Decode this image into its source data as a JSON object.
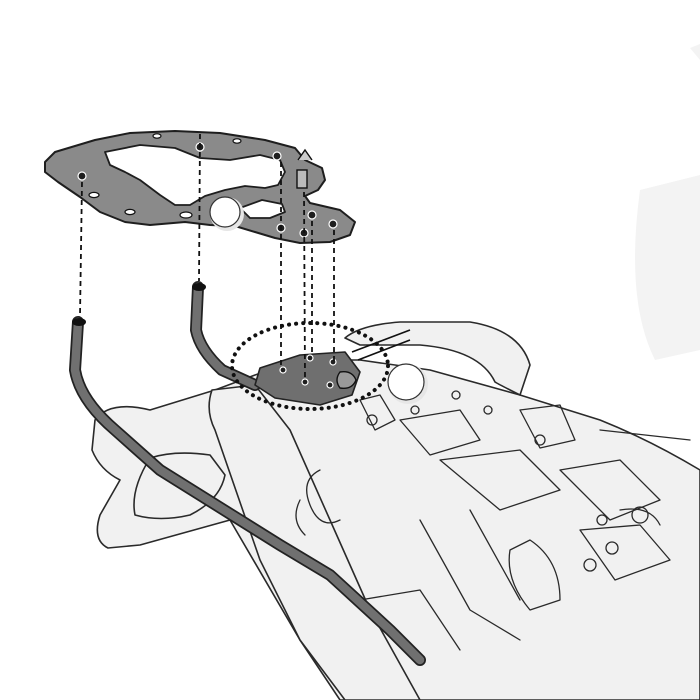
{
  "diagram": {
    "kind": "exploded-assembly-drawing",
    "components": [
      {
        "id": "top-plate",
        "icon": "mounting-plate-icon"
      },
      {
        "id": "left-rack-arm",
        "icon": "tube-arm-icon"
      },
      {
        "id": "right-rack-arm",
        "icon": "tube-arm-icon"
      },
      {
        "id": "center-bracket",
        "icon": "bracket-plate-icon"
      },
      {
        "id": "motorcycle-rear-frame",
        "icon": "motorcycle-tail-icon"
      }
    ],
    "callouts": [
      {
        "id": "callout-plate",
        "label": ""
      },
      {
        "id": "callout-bracket",
        "label": ""
      }
    ],
    "guide_line_count": 6,
    "colors": {
      "metal": "#8a8a8a",
      "tube": "#707070",
      "outline": "#1e1e1e",
      "bike_fill": "#f1f1f1",
      "background": "#ffffff"
    }
  }
}
